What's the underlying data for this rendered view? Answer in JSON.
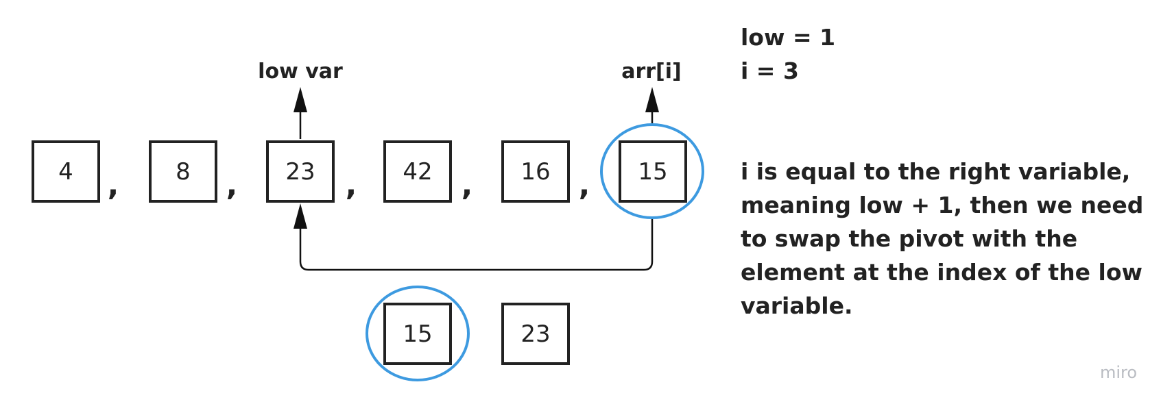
{
  "array": [
    "4",
    "8",
    "23",
    "42",
    "16",
    "15"
  ],
  "separator": ",",
  "swapped": [
    "15",
    "23"
  ],
  "labels": {
    "low_pointer": "low var",
    "i_pointer": "arr[i]"
  },
  "variables": {
    "low": "low = 1",
    "i": "i = 3"
  },
  "explanation": "i is equal to the right variable, meaning low + 1, then we need to swap the pivot with the element at the index of the low variable.",
  "watermark": "miro",
  "colors": {
    "highlight": "#3d9ae0",
    "stroke": "#222222"
  }
}
